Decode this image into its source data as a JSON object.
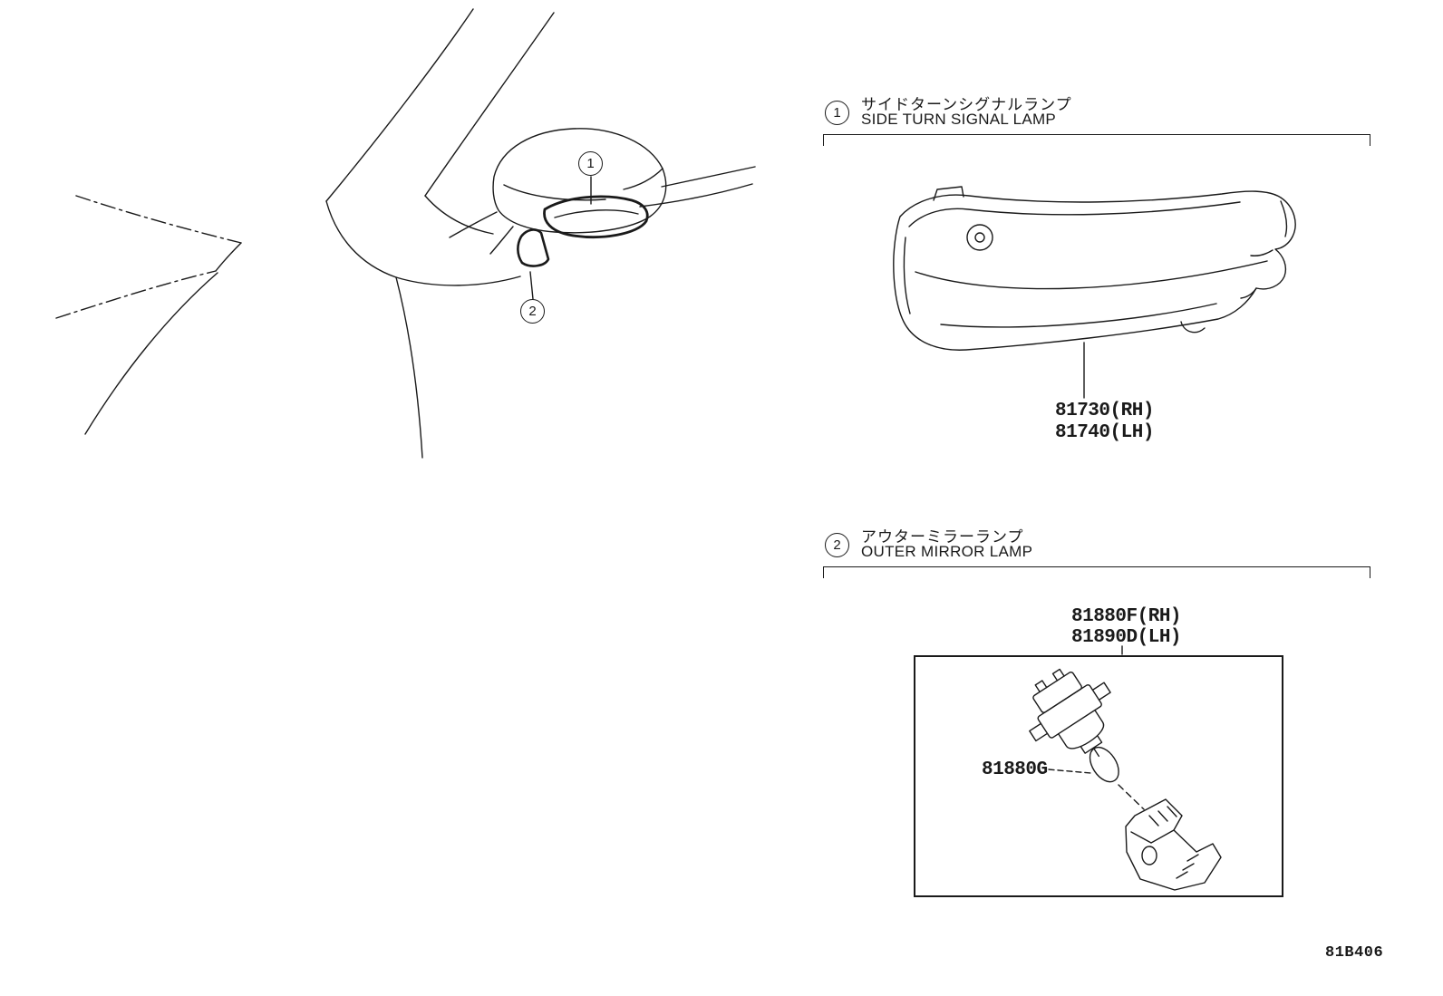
{
  "diagram": {
    "code": "81B406",
    "background": "#ffffff",
    "line_color": "#1a1a1a"
  },
  "section1": {
    "callout": "1",
    "title_ja": "サイドターンシグナルランプ",
    "title_en": "SIDE TURN SIGNAL LAMP",
    "part_rh": "81730(RH)",
    "part_lh": "81740(LH)"
  },
  "section2": {
    "callout": "2",
    "title_ja": "アウターミラーランプ",
    "title_en": "OUTER MIRROR LAMP",
    "part_rh": "81880F(RH)",
    "part_lh": "81890D(LH)",
    "bulb_part": "81880G"
  }
}
